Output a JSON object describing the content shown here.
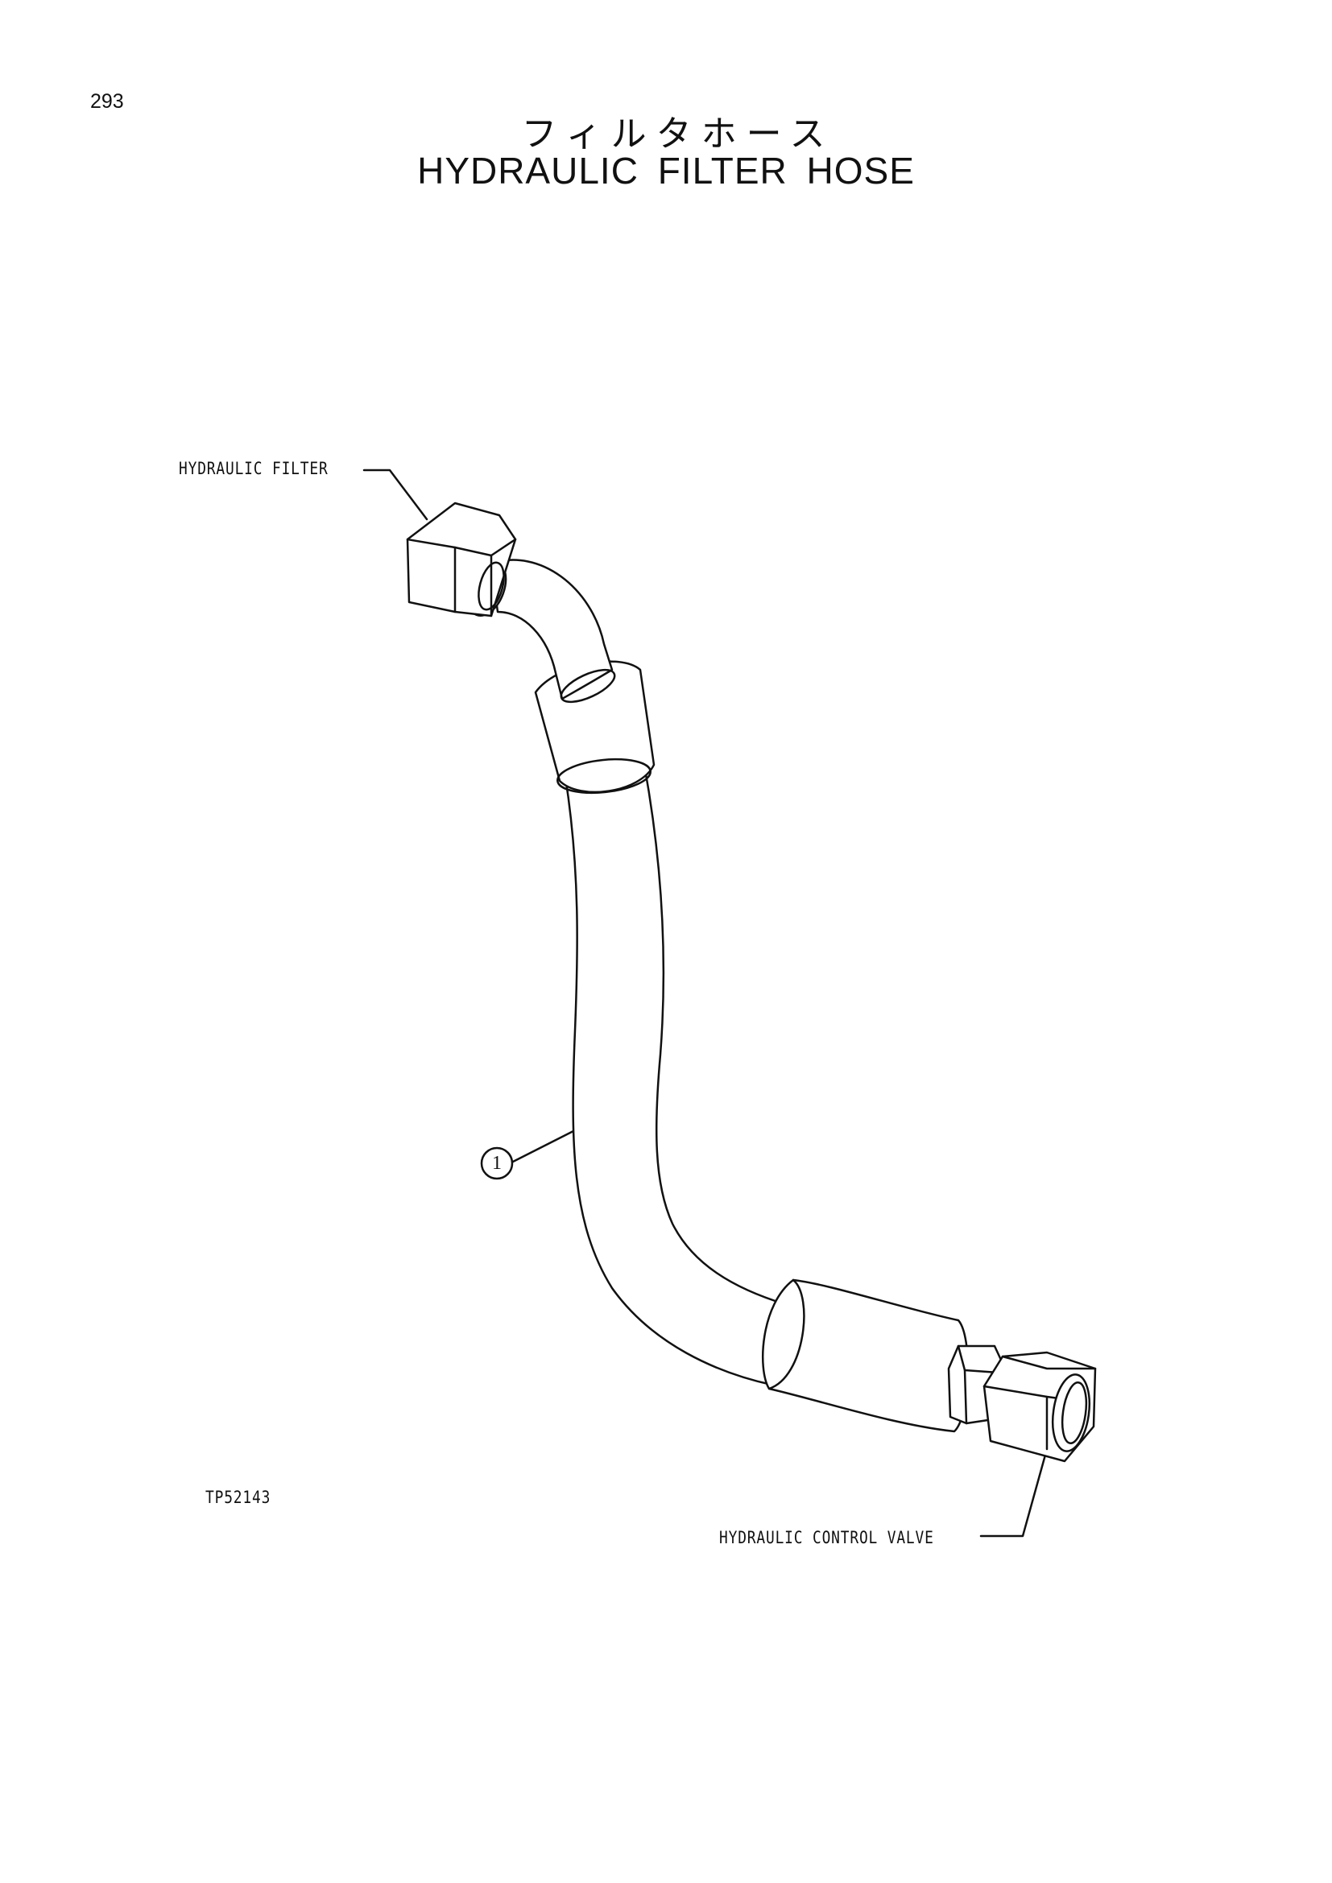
{
  "page_number": "293",
  "title": {
    "japanese": "フィルタホース",
    "english": "HYDRAULIC FILTER HOSE"
  },
  "labels": {
    "hydraulic_filter": "HYDRAULIC FILTER",
    "hydraulic_control_valve": "HYDRAULIC CONTROL VALVE",
    "drawing_code": "TP52143"
  },
  "callouts": [
    {
      "number": "1"
    }
  ],
  "colors": {
    "line": "#111111",
    "background": "#ffffff"
  }
}
